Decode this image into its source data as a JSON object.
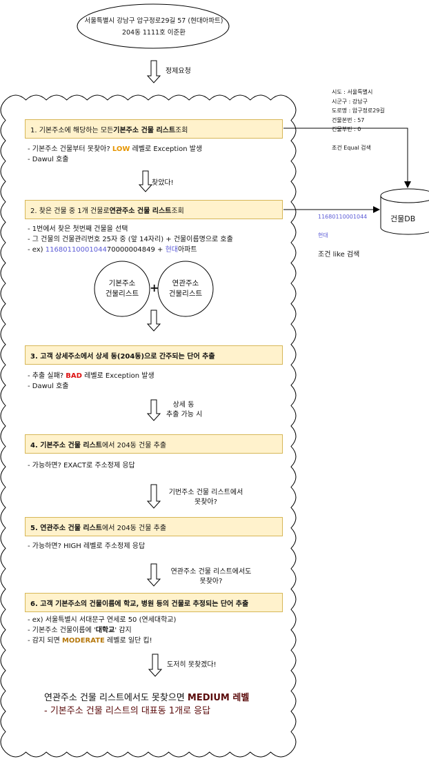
{
  "header": {
    "address_line1": "서울특별시 강남구 압구정로29길 57 (현대아파트)",
    "address_line2": "204동 1111호 이준환"
  },
  "flow_labels": {
    "refine_request": "정제요청",
    "found": "찾았다!",
    "detail_line1": "상세 동",
    "detail_line2": "추출 가능 시",
    "basic_fail_line1": "기번주소 건물 리스트에서",
    "basic_fail_line2": "못찾아?",
    "related_fail_line1": "연관주소 건물 리스트에서도",
    "related_fail_line2": "못찾아?",
    "give_up": "도저히 못찾겠다!"
  },
  "steps": [
    {
      "title_pre": "1. 기본주소에 해당하는 모든 ",
      "title_bold": "기본주소 건물 리스트",
      "title_post": " 조회",
      "bullets": {
        "b1_pre": "- 기본주소 건물부터 못찾아? ",
        "b1_hl": "LOW",
        "b1_post": " 레벨로 Exception  발생",
        "b2": "- Dawul 호출"
      }
    },
    {
      "title_pre": "2. 찾은 건물 중 1개 건물로 ",
      "title_bold": "연관주소 건물 리스트",
      "title_post": " 조회",
      "bullets": {
        "b1": "- 1번에서 찾은 첫번째 건물을 선택",
        "b2": "- 그 건물의 건물관리번호 25자 중 (앞 14자리) + 건물이름명으로 호출",
        "b3_pre": "- ex) ",
        "b3_hl": "11680110001044",
        "b3_mid": "70000004849 + ",
        "b3_hl2": "현대",
        "b3_post": "아파트"
      }
    },
    {
      "title": "3. 고객 상세주소에서 상세 동(204동)으로 간주되는 단어 추출",
      "bullets": {
        "b1_pre": "- 추출 실패? ",
        "b1_hl": "BAD",
        "b1_post": " 레벨로 Exception  발생",
        "b2": "- Dawul 호출"
      }
    },
    {
      "title_bold": "4. 기본주소 건물 리스트",
      "title_post": "에서 204동 건물 추출",
      "bullets": {
        "b1": "- 가능하면? EXACT로 주소정제 응답"
      }
    },
    {
      "title_bold": "5. 연관주소 건물 리스트",
      "title_post": "에서 204동 건물 추출",
      "bullets": {
        "b1": "- 가능하면? HIGH 레벨로 주소정제 응답"
      }
    },
    {
      "title": "6. 고객 기본주소의 건물이름에 학교, 병원 등의 건물로 추정되는 단어 추출",
      "bullets": {
        "b1": "- ex) 서울특별시 서대문구 연세로 50 (연세대학교)",
        "b2_pre": "- 기본주소 건물이름에 '",
        "b2_bold": "대학교",
        "b2_post": "' 감지",
        "b3_pre": "- 감지 되면 ",
        "b3_hl": "MODERATE",
        "b3_post": " 레벨로 일단 킵!"
      }
    }
  ],
  "circles": {
    "basic_line1": "기본주소",
    "basic_line2": "건물리스트",
    "plus": "+",
    "related_line1": "연관주소",
    "related_line2": "건물리스트"
  },
  "db": {
    "label": "건물DB",
    "query_note": [
      "시도 : 서울특별시",
      "시군구 : 강남구",
      "도로명 : 압구정로29길",
      "건물본번 : 57",
      "건물부번 : 0",
      "",
      "조건 Equal 검색"
    ],
    "like_code": "11680110001044",
    "like_name": "현대",
    "like_label": "조건 like 검색"
  },
  "final": {
    "line1_pre": "연관주소 건물 리스트에서도 못찾으면 ",
    "line1_bold": "MEDIUM 레벨",
    "line2": "- 기본주소 건물 리스트의 대표동 1개로 응답"
  },
  "colors": {
    "step_fill": "#fff2cc",
    "step_border": "#d6b656",
    "highlight_orange": "#e69500",
    "highlight_red": "#dd1111",
    "highlight_brown": "#b5770b",
    "code_blue": "#5a5ad6",
    "final_dark_red": "#5a0a0a"
  }
}
